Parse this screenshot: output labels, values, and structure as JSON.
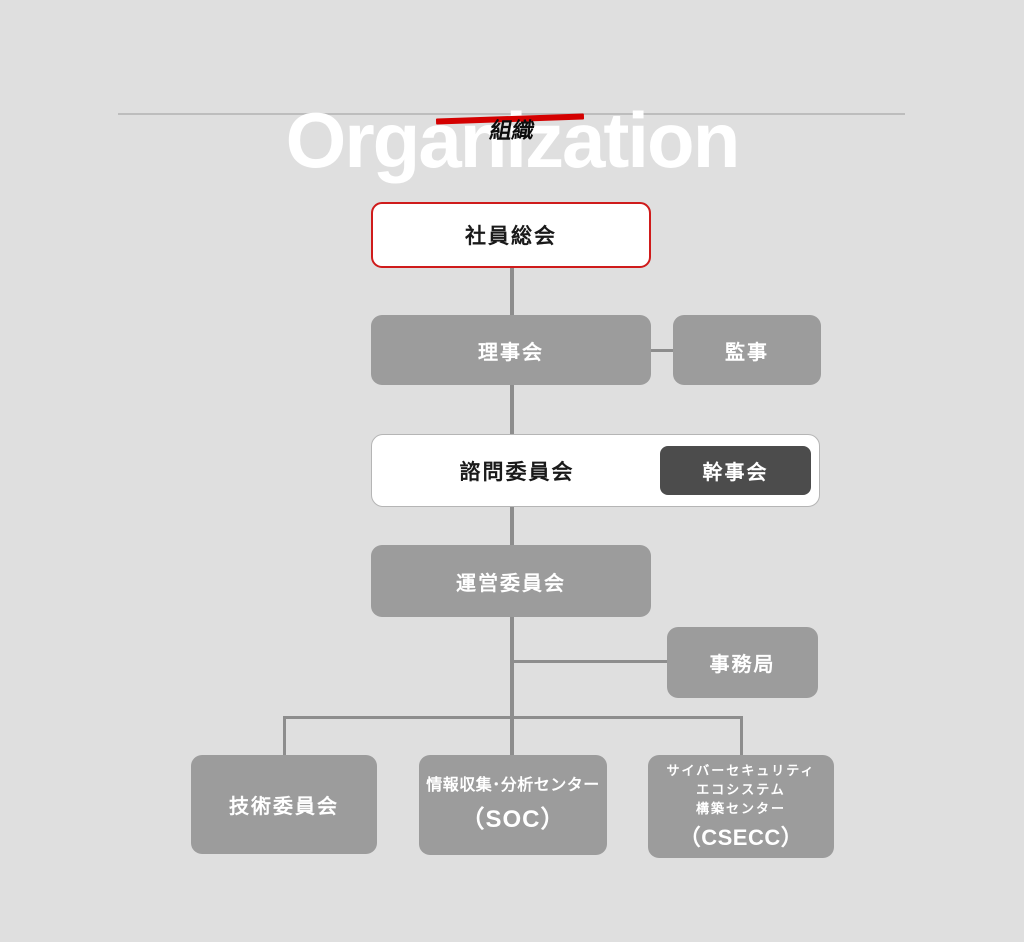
{
  "header": {
    "title": "Organization",
    "subtitle": "組織"
  },
  "colors": {
    "background": "#dfdfdf",
    "box_gray": "#9c9c9c",
    "dark_box_gray": "#4c4c4c",
    "connector_gray": "#8d8d8d",
    "accent_red_underline": "#d40000",
    "red_box_border": "#cf1b1b",
    "white_box": "#ffffff"
  },
  "org_chart": {
    "nodes": {
      "general_meeting": {
        "label": "社員総会"
      },
      "board": {
        "label": "理事会"
      },
      "auditor": {
        "label": "監事"
      },
      "advisory_committee": {
        "label": "諮問委員会"
      },
      "steering_committee": {
        "label": "幹事会"
      },
      "management_committee": {
        "label": "運営委員会"
      },
      "secretariat": {
        "label": "事務局"
      },
      "technical_committee": {
        "label": "技術委員会"
      },
      "soc": {
        "line1": "情報収集･分析センター",
        "line2": "（SOC）"
      },
      "csecc": {
        "line1": "サイバーセキュリティ",
        "line2": "エコシステム",
        "line3": "構築センター",
        "line4": "（CSECC）"
      }
    },
    "edges": [
      [
        "社員総会",
        "理事会"
      ],
      [
        "理事会",
        "監事"
      ],
      [
        "理事会",
        "諮問委員会"
      ],
      [
        "諮問委員会",
        "運営委員会"
      ],
      [
        "運営委員会",
        "事務局"
      ],
      [
        "運営委員会",
        "技術委員会"
      ],
      [
        "運営委員会",
        "情報収集･分析センター（SOC）"
      ],
      [
        "運営委員会",
        "サイバーセキュリティエコシステム構築センター（CSECC）"
      ]
    ]
  }
}
